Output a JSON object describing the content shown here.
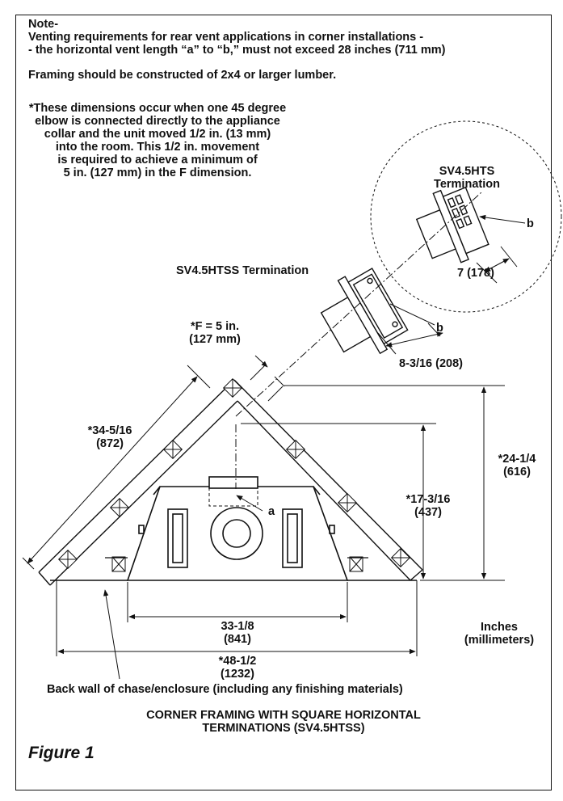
{
  "note": {
    "heading": "Note-",
    "line1": "Venting requirements for rear vent applications in corner installations -",
    "line2": "- the horizontal vent length “a” to “b,” must not exceed 28 inches (711 mm)",
    "framing": "Framing should be constructed of 2x4 or larger lumber.",
    "star_lines": [
      "*These dimensions occur when one 45 degree",
      "elbow is connected directly to the appliance",
      "collar and the unit moved 1/2  in. (13 mm)",
      "into the room. This 1/2  in. movement",
      "is required to achieve a minimum of",
      "5 in. (127 mm) in the F dimension."
    ]
  },
  "labels": {
    "hts_title_1": "SV4.5HTS",
    "hts_title_2": "Termination",
    "htss_title": "SV4.5HTSS Termination",
    "b_upper": "b",
    "b_lower": "b",
    "a": "a",
    "dim_7": "7 (178)",
    "dim_8": "8-3/16 (208)",
    "dim_f_1": "*F = 5 in.",
    "dim_f_2": "(127 mm)",
    "dim_34_1": "*34-5/16",
    "dim_34_2": "(872)",
    "dim_24_1": "*24-1/4",
    "dim_24_2": "(616)",
    "dim_17_1": "*17-3/16",
    "dim_17_2": "(437)",
    "dim_33_1": "33-1/8",
    "dim_33_2": "(841)",
    "dim_48_1": "*48-1/2",
    "dim_48_2": "(1232)",
    "units_1": "Inches",
    "units_2": "(millimeters)",
    "back_wall": "Back wall of chase/enclosure (including any finishing materials)",
    "caption_1": "CORNER FRAMING WITH SQUARE HORIZONTAL",
    "caption_2": "TERMINATIONS (SV4.5HTSS)"
  },
  "figure_label": "Figure 1"
}
